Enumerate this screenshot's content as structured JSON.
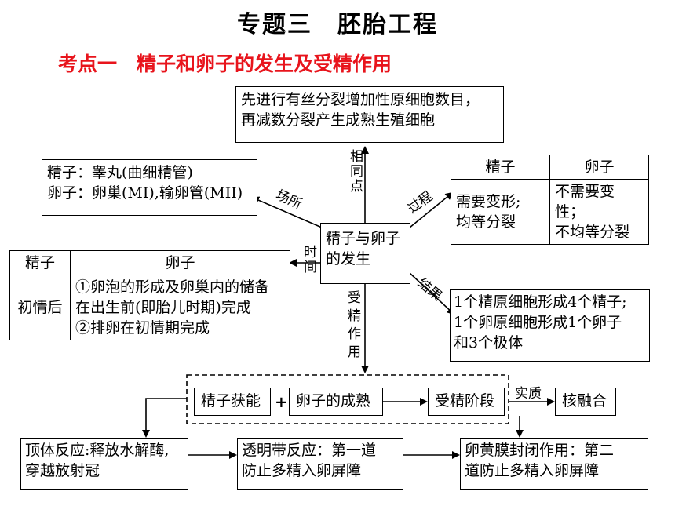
{
  "title": "专题三　胚胎工程",
  "subtitle": "考点一　精子和卵子的发生及受精作用",
  "center": {
    "line1": "精子与卵子",
    "line2": "的发生"
  },
  "same_point": {
    "label": "相同点",
    "line1": "先进行有丝分裂增加性原细胞数目，",
    "line2": "再减数分裂产生成熟生殖细胞"
  },
  "location": {
    "label": "场所",
    "line1": "精子：睾丸(曲细精管)",
    "line2": "卵子：卵巢(MI),输卵管(MII)"
  },
  "process": {
    "label": "过程",
    "headers": [
      "精子",
      "卵子"
    ],
    "sperm": [
      "需要变形;",
      "均等分裂"
    ],
    "egg": [
      "不需要变性；",
      "不均等分裂"
    ]
  },
  "time": {
    "label": "时间",
    "headers": [
      "精子",
      "卵子"
    ],
    "row_label": "初情后",
    "egg_lines": [
      "①卵泡的形成及卵巢内的储备",
      "在出生前(即胎儿时期)完成",
      "②排卵在初情期完成"
    ]
  },
  "result": {
    "label": "结果",
    "line1": "1个精原细胞形成4个精子;",
    "line2": "1个卵原细胞形成1个卵子",
    "line3": "和3个极体"
  },
  "fertilization": {
    "label": "受精作用",
    "step1": "精子获能",
    "plus": "+",
    "step2": "卵子的成熟",
    "step3": "受精阶段",
    "essence_label": "实质",
    "essence": "核融合"
  },
  "reactions": {
    "r1_line1": "顶体反应:释放水解酶,",
    "r1_line2": "穿越放射冠",
    "r2_line1": "透明带反应：第一道",
    "r2_line2": "防止多精入卵屏障",
    "r3_line1": "卵黄膜封闭作用：第二",
    "r3_line2": "道防止多精入卵屏障"
  }
}
